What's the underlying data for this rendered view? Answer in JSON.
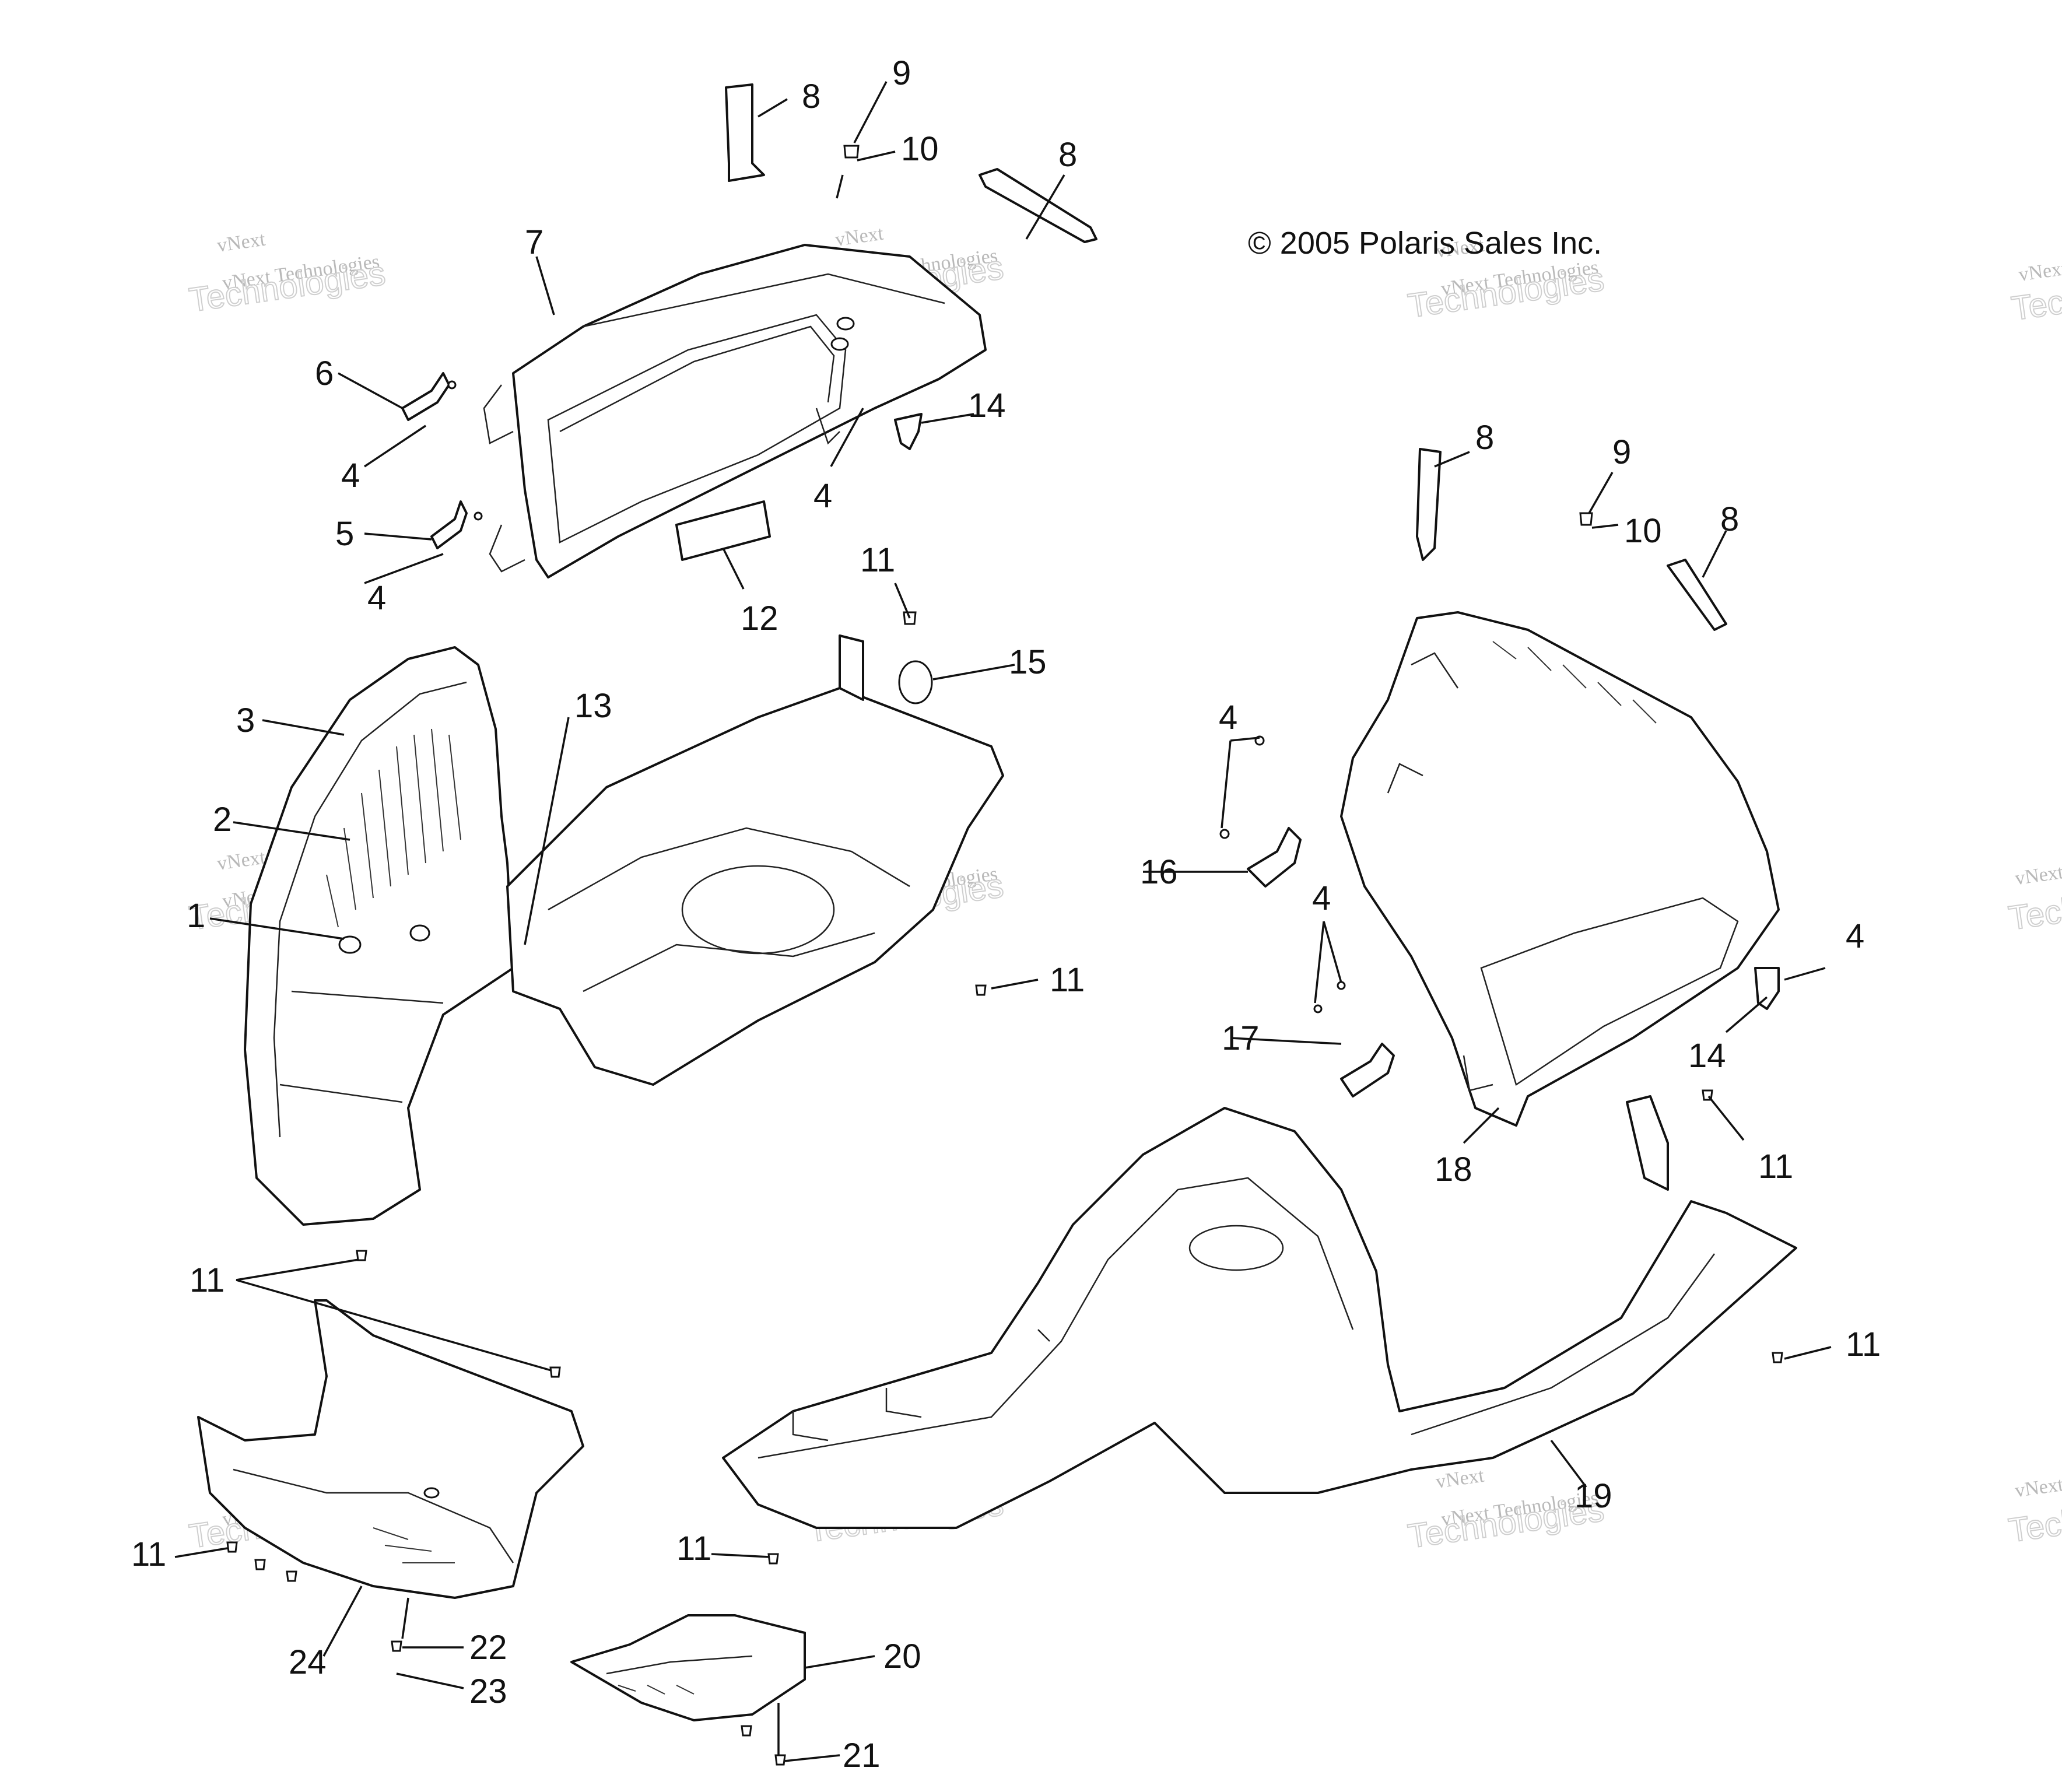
{
  "copyright": "© 2005 Polaris Sales Inc.",
  "watermark": {
    "line_small": "vNext Technologies",
    "line_large": "Technologies",
    "line_top": "vNext"
  },
  "callouts": [
    "8",
    "9",
    "10",
    "8",
    "7",
    "6",
    "4",
    "14",
    "4",
    "5",
    "4",
    "12",
    "11",
    "15",
    "3",
    "13",
    "2",
    "1",
    "11",
    "8",
    "9",
    "10",
    "8",
    "4",
    "16",
    "4",
    "4",
    "17",
    "14",
    "18",
    "11",
    "11",
    "11",
    "11",
    "24",
    "22",
    "23",
    "11",
    "20",
    "21",
    "19"
  ]
}
